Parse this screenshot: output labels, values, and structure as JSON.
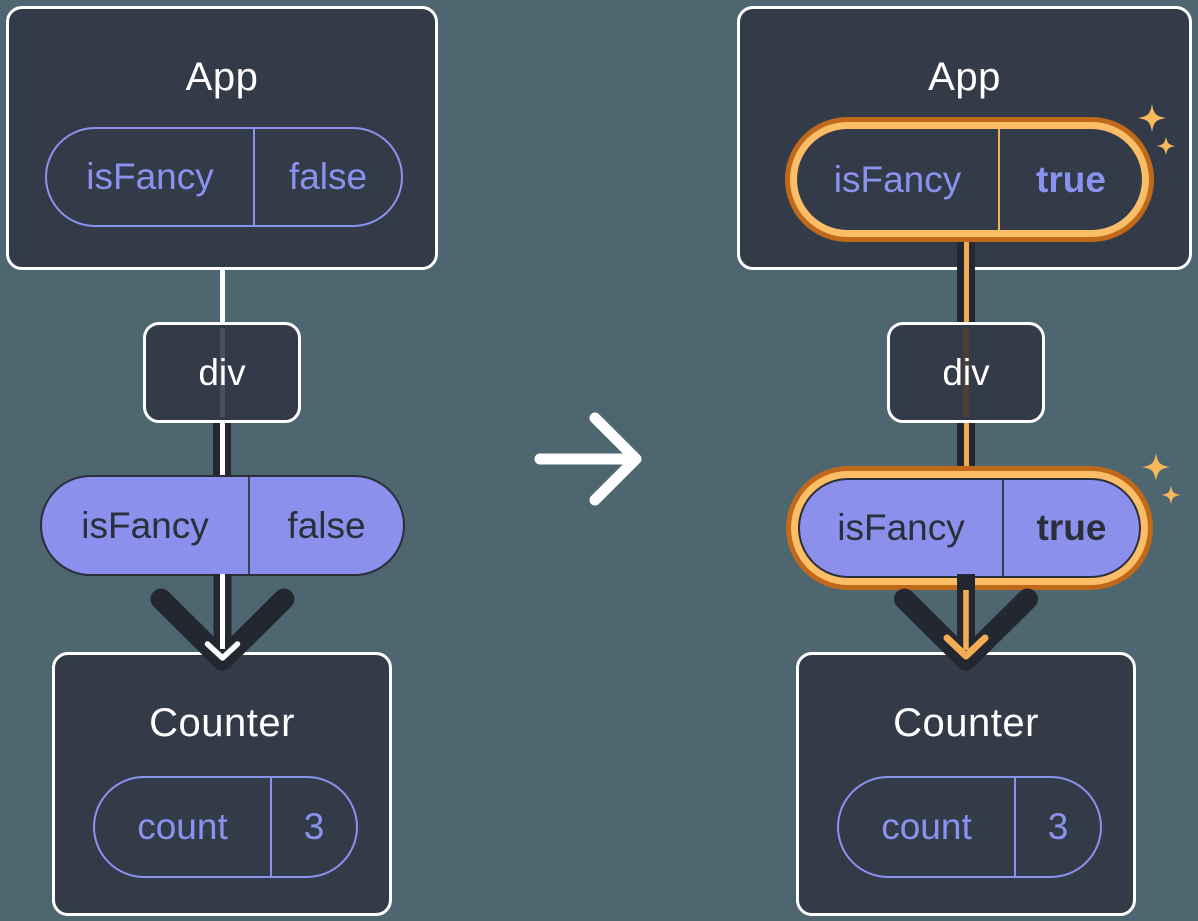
{
  "diagram": {
    "before": {
      "app": {
        "title": "App",
        "prop": {
          "name": "isFancy",
          "value": "false"
        }
      },
      "container": {
        "label": "div"
      },
      "passed_prop": {
        "name": "isFancy",
        "value": "false"
      },
      "counter": {
        "title": "Counter",
        "state": {
          "name": "count",
          "value": "3"
        }
      }
    },
    "after": {
      "app": {
        "title": "App",
        "prop": {
          "name": "isFancy",
          "value": "true"
        }
      },
      "container": {
        "label": "div"
      },
      "passed_prop": {
        "name": "isFancy",
        "value": "true"
      },
      "counter": {
        "title": "Counter",
        "state": {
          "name": "count",
          "value": "3"
        }
      }
    }
  },
  "icons": {
    "transition": "right-arrow-icon",
    "highlight": "sparkle-icon"
  },
  "colors": {
    "background": "#4D6670",
    "node_bg": "#343B48",
    "node_border": "#FFFFFF",
    "purple": "#8A92F0",
    "purple_fill": "#8A90EC",
    "dark_text": "#2A2F3A",
    "arrow_black": "#23272F",
    "highlight_orange_light": "#FBBD66",
    "highlight_orange_dark": "#C0691B",
    "highlight_orange_core": "#F4AC55",
    "sparkle": "#F8B75D"
  }
}
